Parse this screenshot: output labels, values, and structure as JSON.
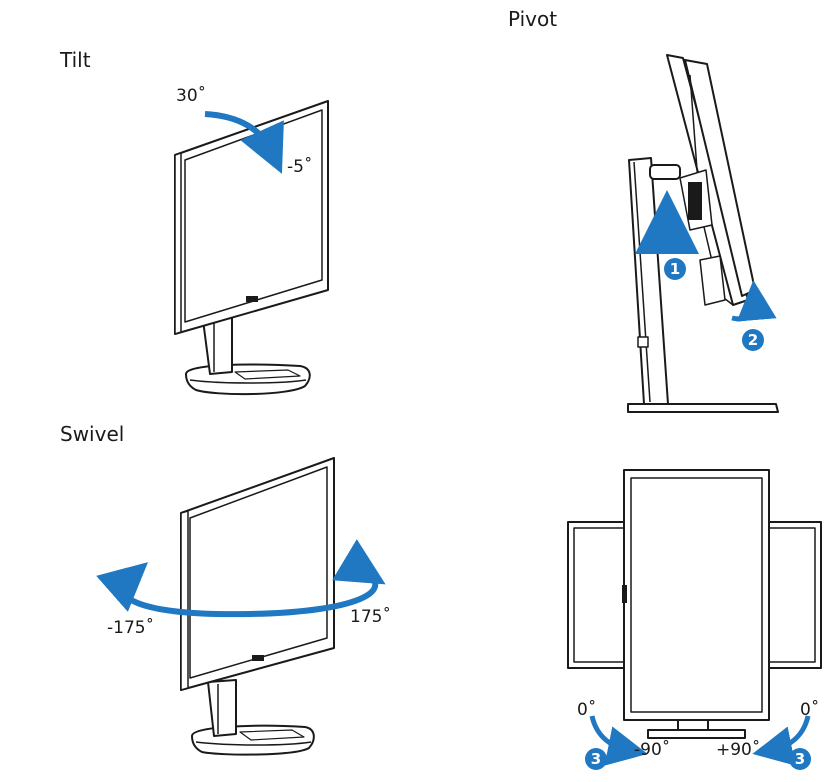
{
  "sections": {
    "tilt": {
      "title": "Tilt",
      "angle_up": "30˚",
      "angle_down": "-5˚"
    },
    "pivot": {
      "title": "Pivot",
      "step1": "1",
      "step2": "2"
    },
    "swivel": {
      "title": "Swivel",
      "angle_left": "-175˚",
      "angle_right": "175˚"
    },
    "rotate": {
      "left_start": "0˚",
      "left_end": "-90˚",
      "right_start": "0˚",
      "right_end": "+90˚",
      "step3": "3"
    }
  },
  "colors": {
    "arrow": "#1f78c1",
    "line": "#1a1a1a"
  }
}
